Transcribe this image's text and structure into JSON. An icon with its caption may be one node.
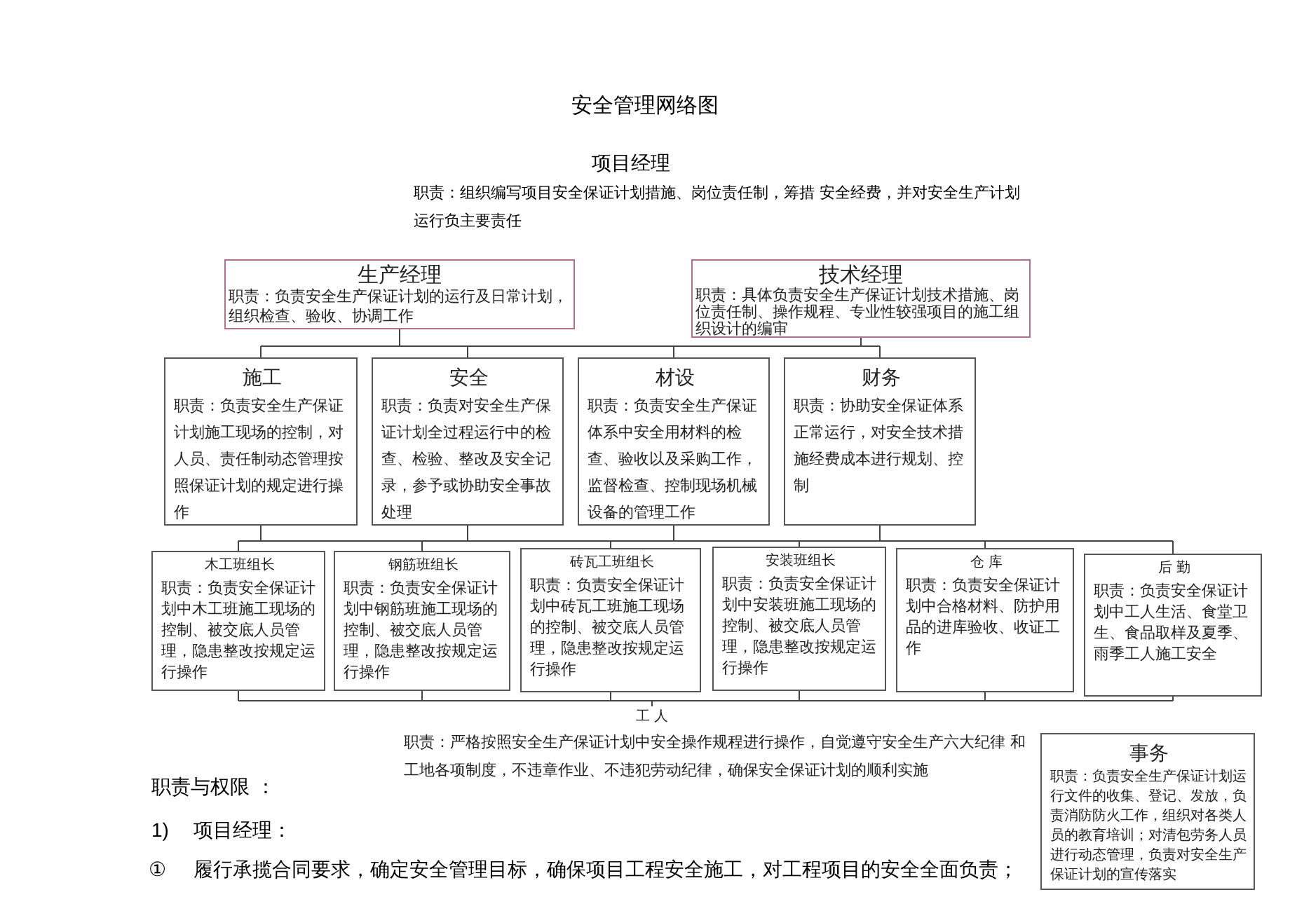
{
  "diagram": {
    "title": "安全管理网络图",
    "nodes": [
      {
        "text": [
          "生产经理",
          "职责：负责安全生产保证计划的运行及日常计划，组织检查、验收、协调工作"
        ]
      },
      {
        "text": [
          "技术经理",
          "职责：具体负责安全生产保证计划技术措施、岗位责任制、操作规程、专业性较强项目的施工组织设计的编审"
        ]
      },
      {
        "text": [
          "施工",
          "职责：负责安全生产保证计划施工现场的控制，对人员、责任制动态管理按照保证计划的规定进行操作"
        ]
      },
      {
        "text": [
          "安全",
          "职责：负责对安全生产保证计划全过程运行中的检查、检验、整改及安全记录，参予或协助安全事故处理"
        ]
      },
      {
        "text": [
          "材设",
          "职责：负责安全生产保证体系中安全用材料的检查、验收以及采购工作，监督检查、控制现场机械设备的管理工作"
        ]
      },
      {
        "text": [
          "财务",
          "职责：协助安全保证体系正常运行，对安全技术措施经费成本进行规划、控制"
        ]
      },
      {
        "text": [
          "木工班组长",
          "职责：负责安全保证计划中木工班施工现场的控制、被交底人员管理，隐患整改按规定运行操作"
        ]
      },
      {
        "text": [
          "钢筋班组长",
          "职责：负责安全保证计划中钢筋班施工现场的控制、被交底人员管理，隐患整改按规定运行操作"
        ]
      },
      {
        "text": [
          "砖瓦工班组长",
          "职责：负责安全保证计划中砖瓦工班施工现场的控制、被交底人员管理，隐患整改按规定运行操作"
        ]
      },
      {
        "text": [
          "安装班组长",
          "职责：负责安全保证计划中安装班施工现场的控制、被交底人员管理，隐患整改按规定运行操作"
        ]
      },
      {
        "text": [
          "仓 库",
          "职责：负责安全保证计划中合格材料、防护用品的进库验收、收证工作"
        ]
      },
      {
        "text": [
          "后 勤",
          "职责：负责安全保证计划中工人生活、食堂卫生、食品取样及夏季、雨季工人施工安全"
        ]
      },
      {
        "text": [
          "工 人",
          "职责：严格按照安全生产保证计划中安全操作规程进行操作，自觉遵守安全生产六大纪律 和工地各项制度，不违章作业、不违犯劳动纪律，确保安全保证计划的顺利实施"
        ]
      },
      {
        "text": [
          "事务",
          "职责：负责安全生产保证计划运行文件的收集、登记、发放，负责消防防火工作，组织对各类人员的教育培训；对清包劳务人员进行动态管理，负责对安全生产保证计划的宣传落实"
        ]
      }
    ],
    "edges": [
      {
        "from": 0,
        "to": 2,
        "arrow": "none"
      },
      {
        "from": 0,
        "to": 3,
        "arrow": "none"
      },
      {
        "from": 0,
        "to": 4,
        "arrow": "none"
      },
      {
        "from": 0,
        "to": 5,
        "arrow": "none"
      },
      {
        "from": 1,
        "to": 2,
        "arrow": "none"
      },
      {
        "from": 1,
        "to": 3,
        "arrow": "none"
      },
      {
        "from": 1,
        "to": 4,
        "arrow": "none"
      },
      {
        "from": 1,
        "to": 5,
        "arrow": "none"
      },
      {
        "from": 2,
        "to": 6,
        "arrow": "none"
      },
      {
        "from": 2,
        "to": 7,
        "arrow": "none"
      },
      {
        "from": 2,
        "to": 8,
        "arrow": "none"
      },
      {
        "from": 2,
        "to": 9,
        "arrow": "none"
      },
      {
        "from": 2,
        "to": 10,
        "arrow": "none"
      },
      {
        "from": 2,
        "to": 11,
        "arrow": "none"
      },
      {
        "from": 3,
        "to": 6,
        "arrow": "none"
      },
      {
        "from": 3,
        "to": 7,
        "arrow": "none"
      },
      {
        "from": 3,
        "to": 8,
        "arrow": "none"
      },
      {
        "from": 3,
        "to": 9,
        "arrow": "none"
      },
      {
        "from": 3,
        "to": 10,
        "arrow": "none"
      },
      {
        "from": 3,
        "to": 11,
        "arrow": "none"
      },
      {
        "from": 4,
        "to": 6,
        "arrow": "none"
      },
      {
        "from": 4,
        "to": 7,
        "arrow": "none"
      },
      {
        "from": 4,
        "to": 8,
        "arrow": "none"
      },
      {
        "from": 4,
        "to": 9,
        "arrow": "none"
      },
      {
        "from": 4,
        "to": 10,
        "arrow": "none"
      },
      {
        "from": 4,
        "to": 11,
        "arrow": "none"
      },
      {
        "from": 5,
        "to": 6,
        "arrow": "none"
      },
      {
        "from": 5,
        "to": 7,
        "arrow": "none"
      },
      {
        "from": 5,
        "to": 8,
        "arrow": "none"
      },
      {
        "from": 5,
        "to": 9,
        "arrow": "none"
      },
      {
        "from": 5,
        "to": 10,
        "arrow": "none"
      },
      {
        "from": 5,
        "to": 11,
        "arrow": "none"
      },
      {
        "from": 6,
        "to": 12,
        "arrow": "none"
      },
      {
        "from": 7,
        "to": 12,
        "arrow": "none"
      },
      {
        "from": 8,
        "to": 12,
        "arrow": "none"
      },
      {
        "from": 9,
        "to": 12,
        "arrow": "none"
      },
      {
        "from": 10,
        "to": 12,
        "arrow": "none"
      },
      {
        "from": 11,
        "to": 12,
        "arrow": "none"
      }
    ],
    "labels": [
      "项目经理",
      "职责：组织编写项目安全保证计划措施、岗位责任制，筹措 安全经费，并对安全生产计划运行负主要责任",
      "职责与权限 ：",
      "1)",
      "项目经理：",
      "①",
      "履行承揽合同要求，确定安全管理目标，确保项目工程安全施工，对工程项目的安全全面负责；"
    ]
  }
}
